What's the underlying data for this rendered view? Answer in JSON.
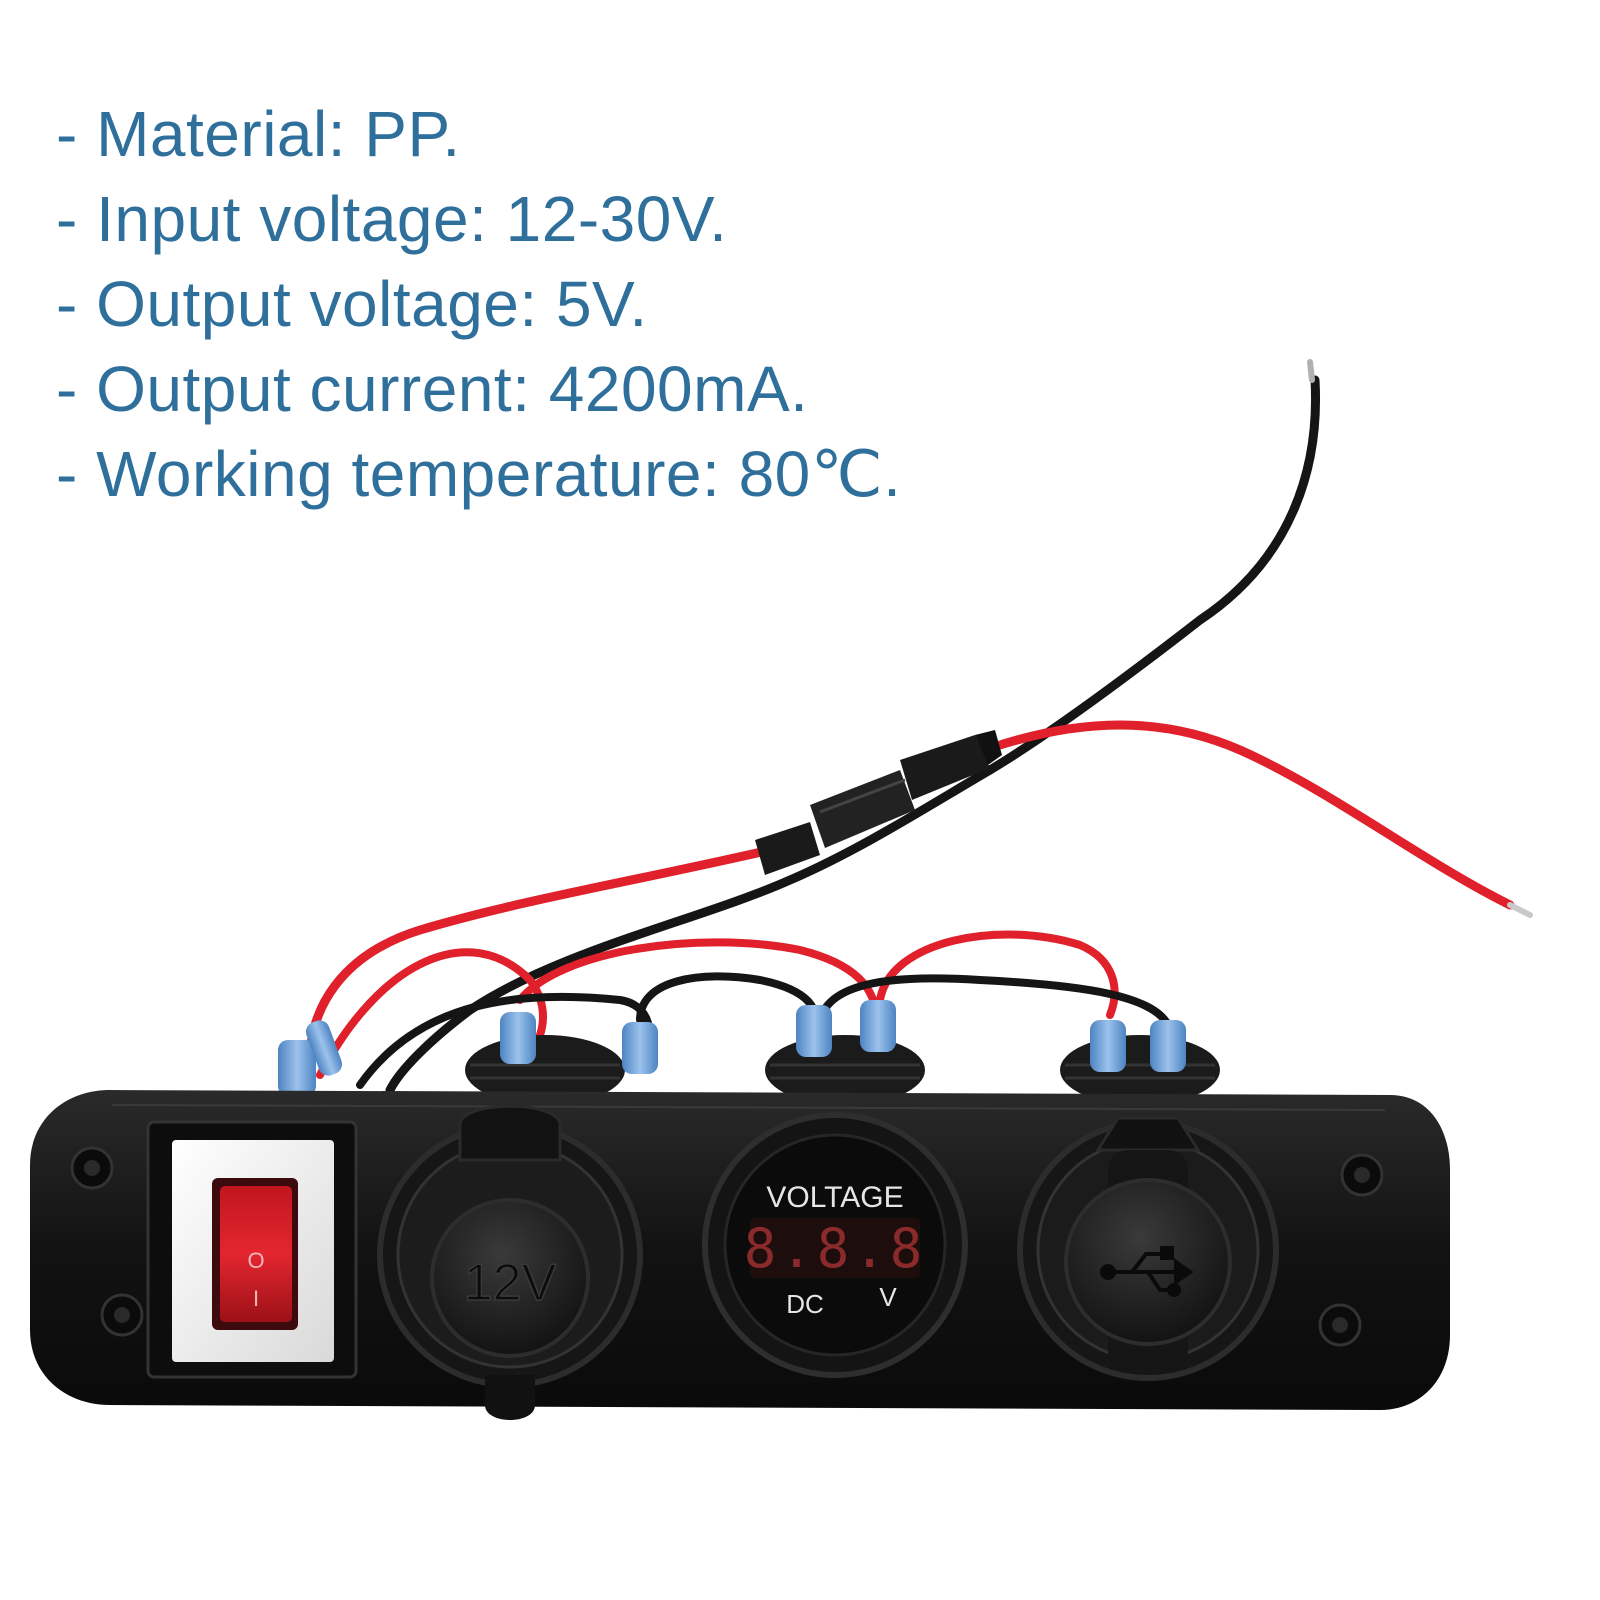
{
  "specs": [
    {
      "label": "- Material: PP."
    },
    {
      "label": "- Input voltage: 12-30V."
    },
    {
      "label": "- Output voltage: 5V."
    },
    {
      "label": "- Output current: 4200mA."
    },
    {
      "label": "- Working temperature: 80℃."
    }
  ],
  "panel": {
    "socket_label": "12V",
    "meter_title": "VOLTAGE",
    "meter_reading": "8.8.8",
    "meter_unit_left": "DC",
    "meter_unit_right": "V",
    "switch_on_mark": "O",
    "switch_off_mark": "I"
  },
  "colors": {
    "text": "#2f6f9b",
    "panel": "#151515",
    "wire_red": "#e0202b",
    "wire_black": "#151515",
    "connector_blue": "#6c9fd6",
    "switch_red": "#d9202a",
    "meter_digits": "#e83a3a"
  },
  "icons": {
    "usb_symbol": "usb-icon"
  }
}
